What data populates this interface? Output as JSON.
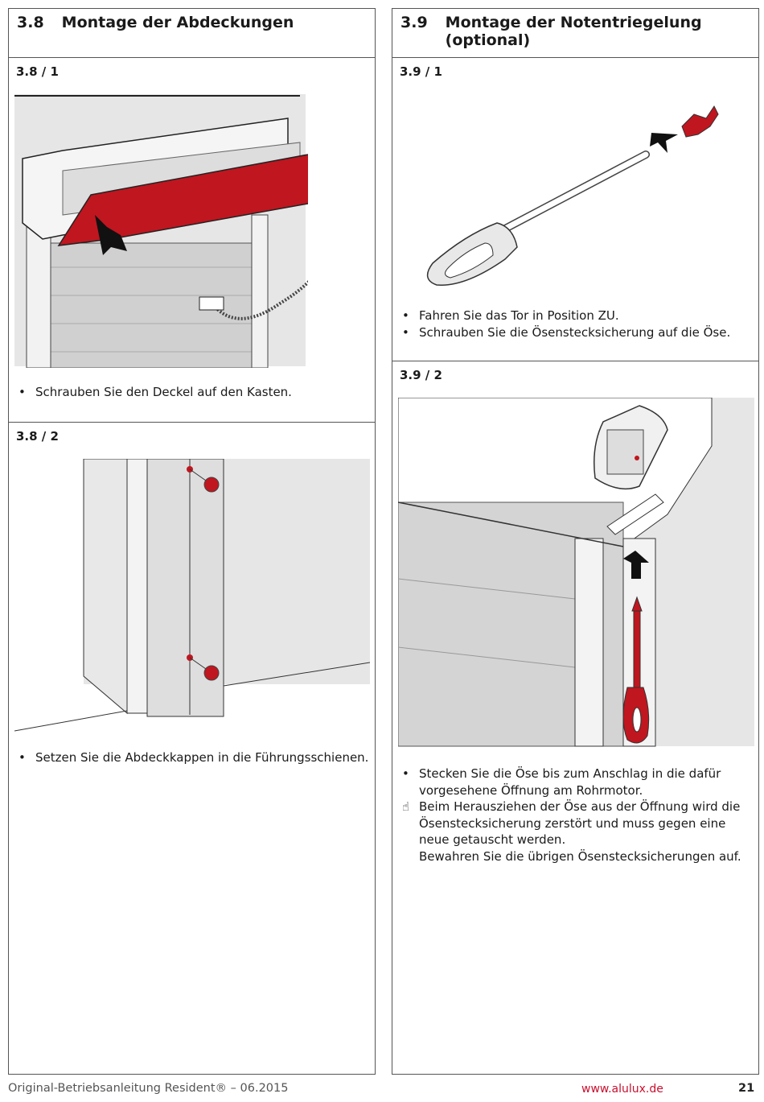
{
  "left": {
    "number": "3.8",
    "title": "Montage der Abdeckungen",
    "step1": {
      "label": "3.8 / 1",
      "bullets": [
        "Schrauben Sie den Deckel auf den Kasten."
      ]
    },
    "step2": {
      "label": "3.8 / 2",
      "bullets": [
        "Setzen Sie die Abdeckkappen in die Führungsschienen."
      ]
    }
  },
  "right": {
    "number": "3.9",
    "title": "Montage der Notentriegelung (optional)",
    "step1": {
      "label": "3.9 / 1",
      "bullets": [
        "Fahren Sie das Tor in Position ZU.",
        "Schrauben Sie die Ösensteck­sicherung auf die Öse."
      ]
    },
    "step2": {
      "label": "3.9 / 2",
      "bullets": [
        "Stecken Sie die Öse bis zum Anschlag in die dafür vorgesehene Öffnung am Rohrmotor."
      ],
      "note": "Beim Herausziehen der Öse aus der Öffnung wird die Ösensteck­sicherung zerstört und muss gegen eine neue getauscht werden.",
      "note2": "Bewahren Sie die übrigen Ösensteck­sicherungen auf."
    }
  },
  "footer": {
    "manual": "Original-Betriebsanleitung Resident® – 06.2015",
    "url": "www.alulux.de",
    "page": "21"
  },
  "icons": {
    "bullet": "•",
    "note": "hand-pointing-icon"
  },
  "colors": {
    "accent": "#c0161f",
    "url": "#c8102e"
  }
}
